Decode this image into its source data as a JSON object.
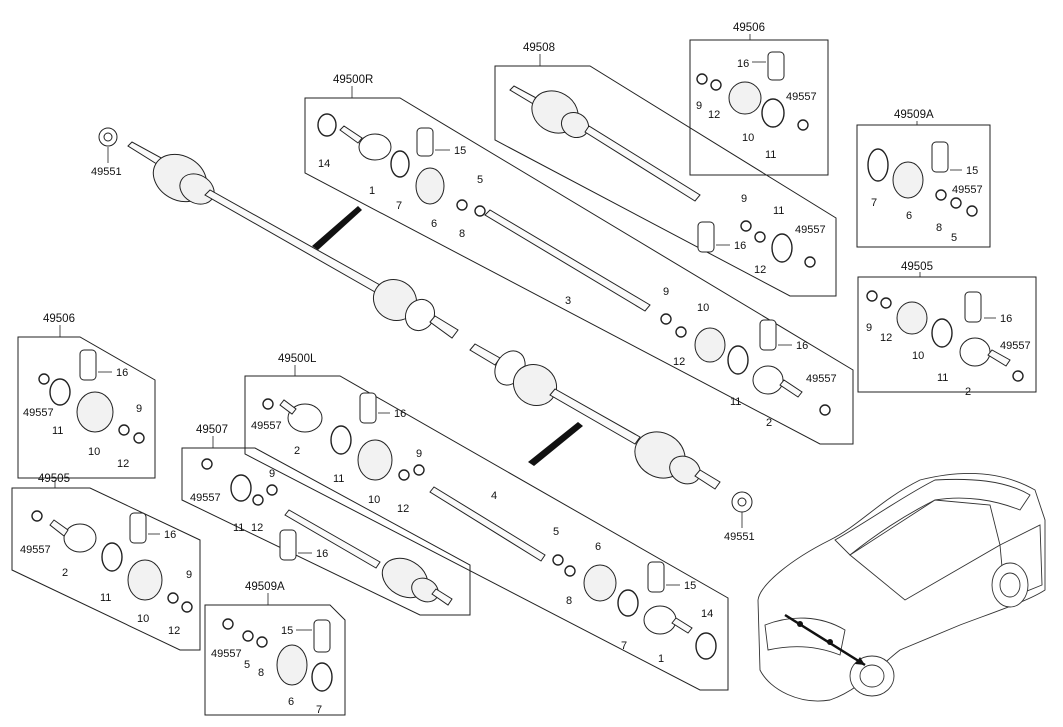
{
  "groups": {
    "g49500R": "49500R",
    "g49500L": "49500L",
    "g49508": "49508",
    "g49506_top": "49506",
    "g49509A_top": "49509A",
    "g49505_right": "49505",
    "g49506_left": "49506",
    "g49505_left": "49505",
    "g49507": "49507",
    "g49509A_bottom": "49509A"
  },
  "parts": {
    "p49551_top": "49551",
    "p49551_bottom": "49551",
    "r14": "14",
    "r15": "15",
    "r1": "1",
    "r7": "7",
    "r6": "6",
    "r8": "8",
    "r5": "5",
    "r3": "3",
    "r9": "9",
    "r10": "10",
    "r16": "16",
    "r12": "12",
    "r11": "11",
    "r2": "2",
    "r49557": "49557",
    "t16": "16",
    "t9": "9",
    "t12": "12",
    "t49557": "49557",
    "t10": "10",
    "t11": "11",
    "s9": "9",
    "s11": "11",
    "s16": "16",
    "s12": "12",
    "s49557": "49557",
    "a15": "15",
    "a7": "7",
    "a6": "6",
    "a49557": "49557",
    "a8": "8",
    "a5": "5",
    "e9": "9",
    "e16": "16",
    "e12": "12",
    "e10": "10",
    "e11": "11",
    "e49557": "49557",
    "e2": "2",
    "w16": "16",
    "w49557": "49557",
    "w9": "9",
    "w11": "11",
    "w10": "10",
    "w12": "12",
    "v16": "16",
    "v49557": "49557",
    "v2": "2",
    "v11": "11",
    "v10": "10",
    "v9": "9",
    "v12": "12",
    "l16": "16",
    "l49557": "49557",
    "l2": "2",
    "l9": "9",
    "l11": "11",
    "l10": "10",
    "l12": "12",
    "l4": "4",
    "l5": "5",
    "l6": "6",
    "l8": "8",
    "l15": "15",
    "l7": "7",
    "l14": "14",
    "l1": "1",
    "m49557": "49557",
    "m9": "9",
    "m11": "11",
    "m12": "12",
    "m16": "16",
    "b15": "15",
    "b49557": "49557",
    "b5": "5",
    "b8": "8",
    "b6": "6",
    "b7": "7"
  }
}
